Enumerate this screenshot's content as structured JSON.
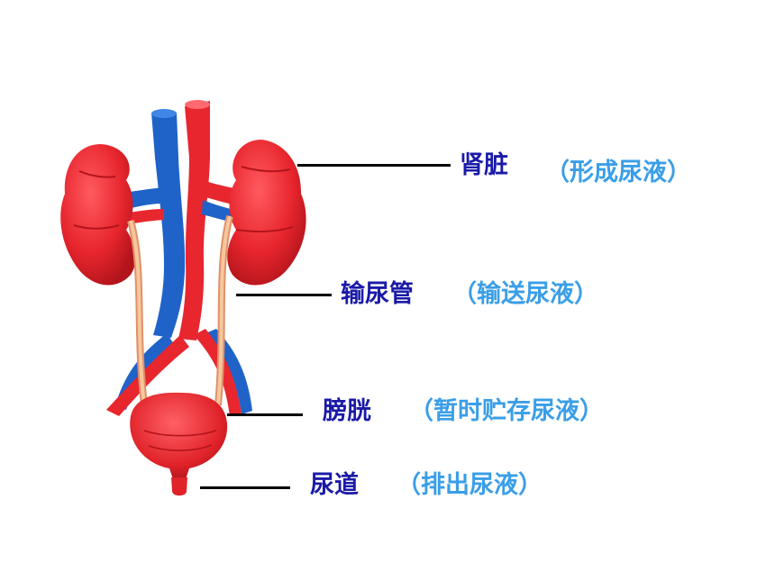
{
  "labels": [
    {
      "organ": "肾脏",
      "function": "（形成尿液）"
    },
    {
      "organ": "输尿管",
      "function": "（输送尿液）"
    },
    {
      "organ": "膀胱",
      "function": "（暂时贮存尿液）"
    },
    {
      "organ": "尿道",
      "function": "（排出尿液）"
    }
  ],
  "colors": {
    "organ_label": "#1a1aa8",
    "function_label": "#3a9ee8",
    "kidney": "#e8262e",
    "vein": "#1f63c9",
    "artery": "#e8262e",
    "ureter": "#f2b27a",
    "leader_line": "#000000"
  }
}
